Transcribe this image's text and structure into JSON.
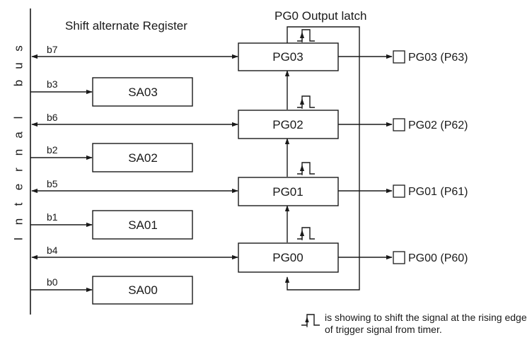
{
  "titles": {
    "shift_register": "Shift alternate Register",
    "output_latch": "PG0 Output latch",
    "bus": "Internal bus"
  },
  "bus_letters": [
    "I",
    "n",
    "t",
    "e",
    "r",
    "n",
    "a",
    "l",
    " ",
    "b",
    "u",
    "s"
  ],
  "sa_blocks": [
    {
      "label": "SA03",
      "bit": "b3"
    },
    {
      "label": "SA02",
      "bit": "b2"
    },
    {
      "label": "SA01",
      "bit": "b1"
    },
    {
      "label": "SA00",
      "bit": "b0"
    }
  ],
  "pg_blocks": [
    {
      "label": "PG03",
      "bit": "b7",
      "output": "PG03 (P63)"
    },
    {
      "label": "PG02",
      "bit": "b6",
      "output": "PG02 (P62)"
    },
    {
      "label": "PG01",
      "bit": "b5",
      "output": "PG01 (P61)"
    },
    {
      "label": "PG00",
      "bit": "b4",
      "output": "PG00 (P60)"
    }
  ],
  "note": "is showing to shift the signal at the rising edge of trigger signal from timer."
}
